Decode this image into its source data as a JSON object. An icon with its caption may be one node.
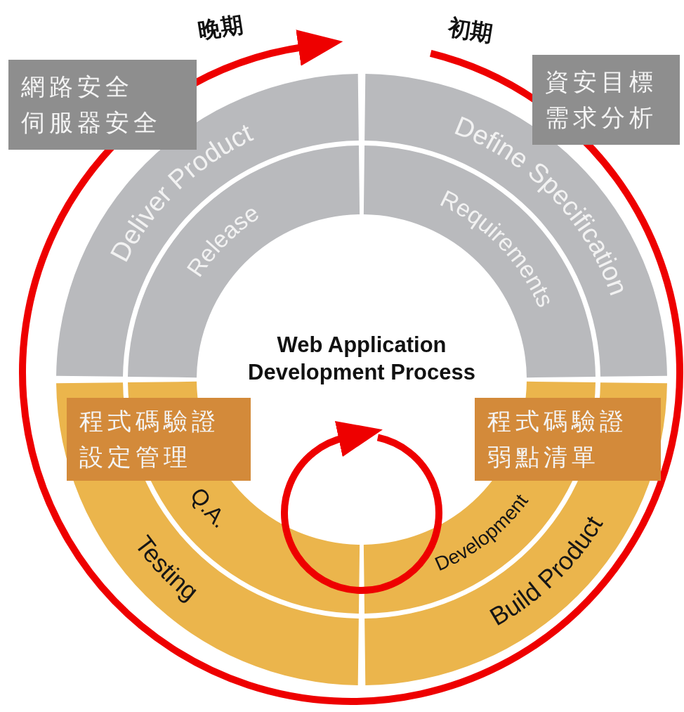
{
  "diagram": {
    "nodes": [
      {
        "text": [
          "網路安全",
          "伺服器安全"
        ]
      },
      {
        "text": [
          "資安目標",
          "需求分析"
        ]
      },
      {
        "text": [
          "Deliver Product"
        ]
      },
      {
        "text": [
          "Release"
        ]
      },
      {
        "text": [
          "Define Specification"
        ]
      },
      {
        "text": [
          "Requirements"
        ]
      },
      {
        "text": [
          "程式碼驗證",
          "設定管理"
        ]
      },
      {
        "text": [
          "程式碼驗證",
          "弱點清單"
        ]
      },
      {
        "text": [
          "Q.A."
        ]
      },
      {
        "text": [
          "Testing"
        ]
      },
      {
        "text": [
          "Development"
        ]
      },
      {
        "text": [
          "Build Product"
        ]
      }
    ],
    "labels": [
      "晚期",
      "初期",
      "Web Application Development Process"
    ]
  }
}
